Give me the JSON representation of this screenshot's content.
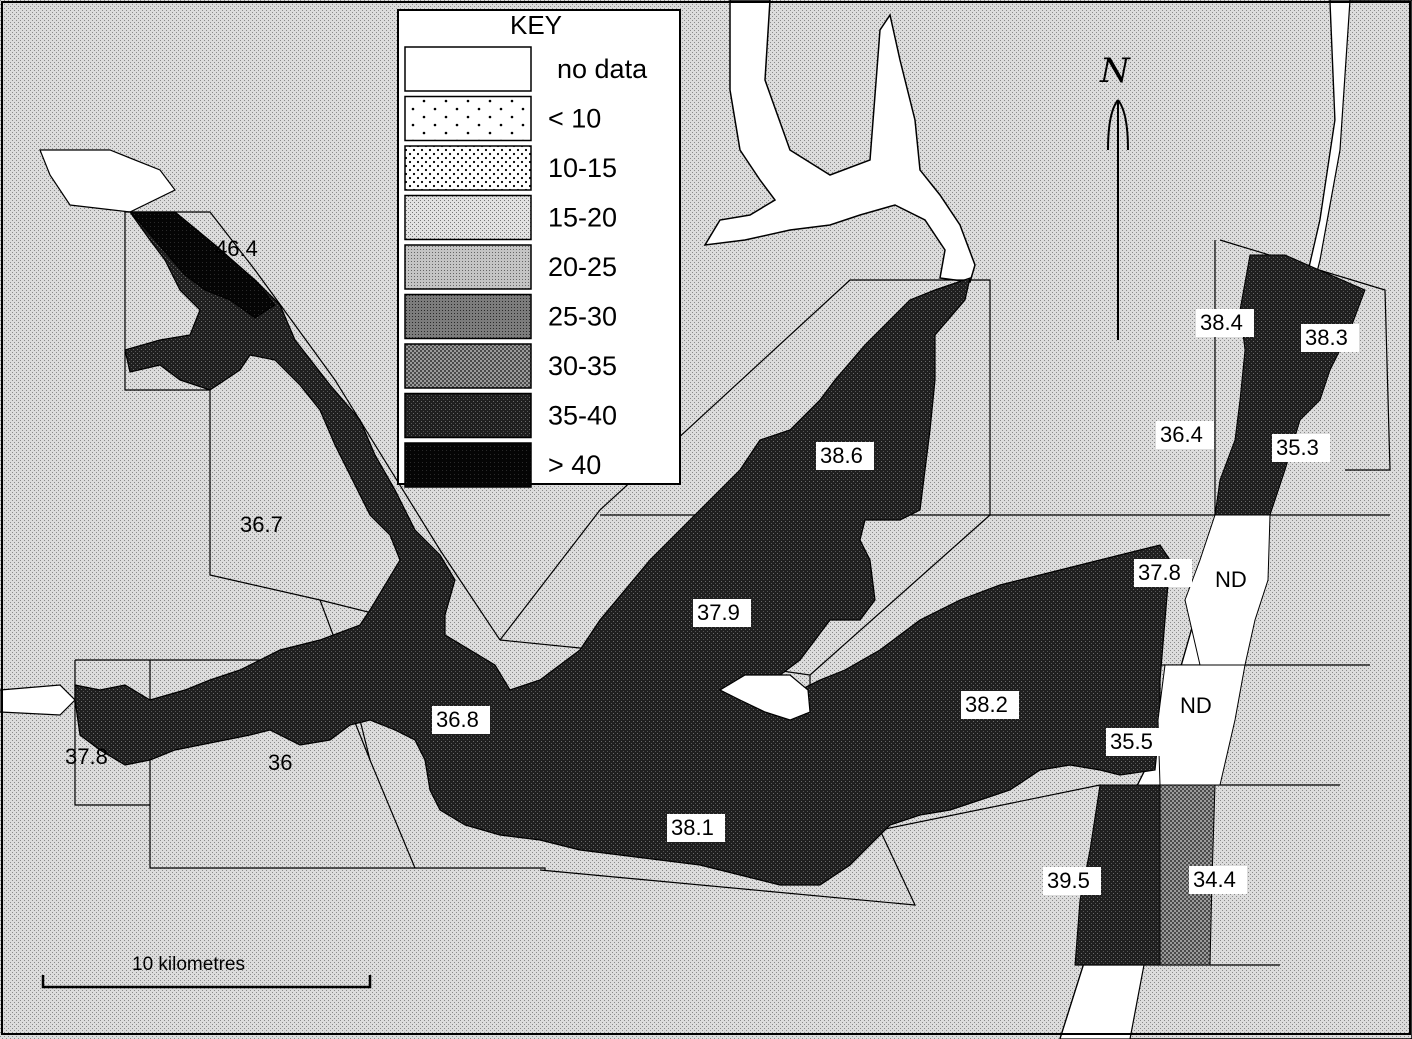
{
  "key": {
    "title": "KEY",
    "items": [
      {
        "label": "no data",
        "pattern": "nodata"
      },
      {
        "label": "< 10",
        "pattern": "lt10"
      },
      {
        "label": "10-15",
        "pattern": "p10"
      },
      {
        "label": "15-20",
        "pattern": "p15"
      },
      {
        "label": "20-25",
        "pattern": "p20"
      },
      {
        "label": "25-30",
        "pattern": "p25"
      },
      {
        "label": "30-35",
        "pattern": "p30"
      },
      {
        "label": "35-40",
        "pattern": "p35"
      },
      {
        "label": "> 40",
        "pattern": "p40"
      }
    ]
  },
  "regions": [
    {
      "id": "r1",
      "label": "46.4",
      "boxed": false
    },
    {
      "id": "r2",
      "label": "36.7",
      "boxed": false
    },
    {
      "id": "r3",
      "label": "37.8",
      "boxed": false
    },
    {
      "id": "r4",
      "label": "36",
      "boxed": false
    },
    {
      "id": "r5",
      "label": "36.8",
      "boxed": true
    },
    {
      "id": "r6",
      "label": "38.1",
      "boxed": true
    },
    {
      "id": "r7",
      "label": "37.9",
      "boxed": true
    },
    {
      "id": "r8",
      "label": "38.6",
      "boxed": true
    },
    {
      "id": "r9",
      "label": "38.2",
      "boxed": true
    },
    {
      "id": "r10",
      "label": "37.8",
      "boxed": true
    },
    {
      "id": "r11",
      "label": "ND",
      "boxed": false
    },
    {
      "id": "r12",
      "label": "ND",
      "boxed": false
    },
    {
      "id": "r13",
      "label": "35.5",
      "boxed": true
    },
    {
      "id": "r14",
      "label": "39.5",
      "boxed": true
    },
    {
      "id": "r15",
      "label": "34.4",
      "boxed": true
    },
    {
      "id": "r16",
      "label": "38.4",
      "boxed": true
    },
    {
      "id": "r17",
      "label": "38.3",
      "boxed": true
    },
    {
      "id": "r18",
      "label": "36.4",
      "boxed": true
    },
    {
      "id": "r19",
      "label": "35.3",
      "boxed": true
    }
  ],
  "scale_bar": {
    "label": "10 kilometres"
  },
  "north_arrow": {
    "label": "N"
  },
  "colors": {
    "ink": "#000000",
    "land": "#d2d2d2",
    "water_dark": "#2a2a2a",
    "nodata": "#ffffff"
  }
}
